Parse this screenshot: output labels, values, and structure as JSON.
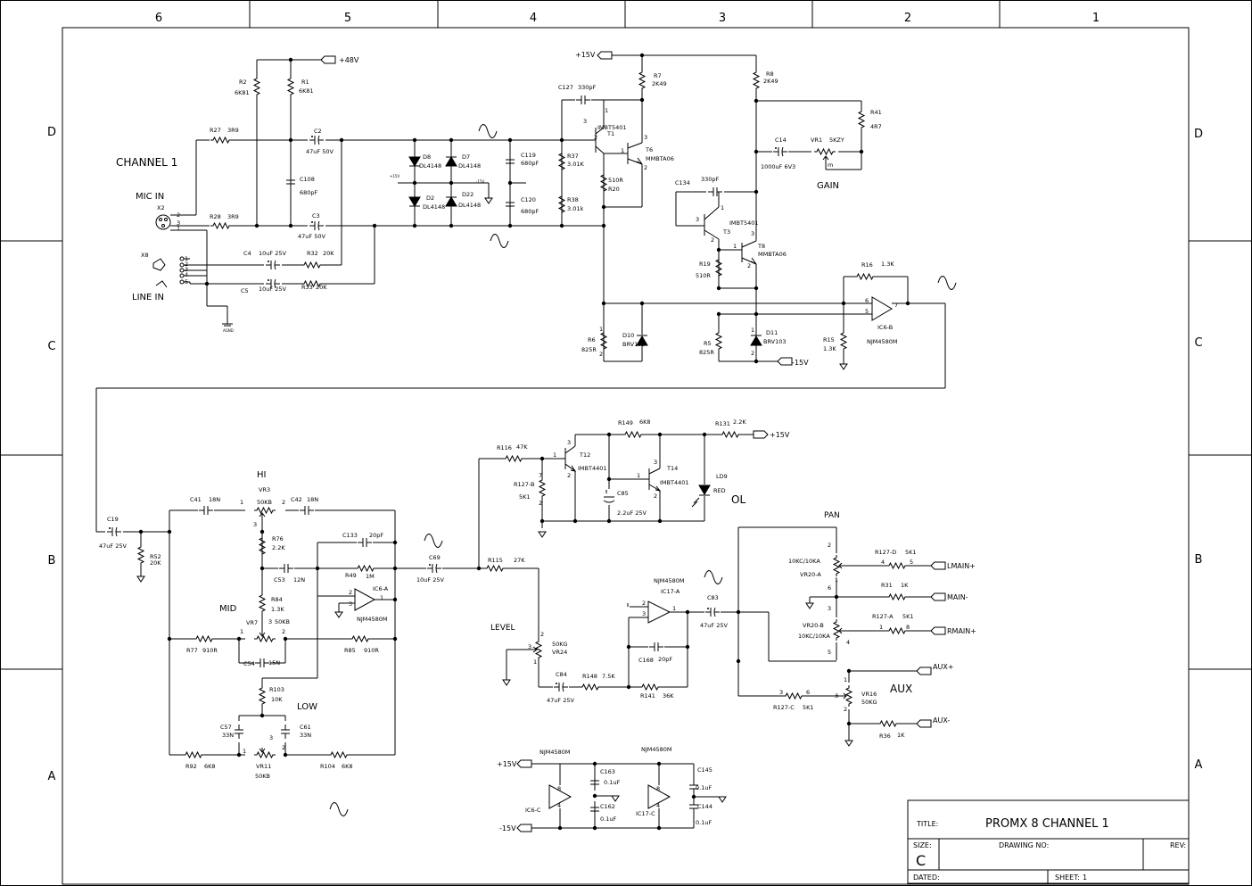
{
  "frame": {
    "columns": [
      "6",
      "5",
      "4",
      "3",
      "2",
      "1"
    ],
    "rows": [
      "D",
      "C",
      "B",
      "A"
    ]
  },
  "title_block": {
    "title_label": "TITLE:",
    "title": "PROMX 8 CHANNEL 1",
    "size_label": "SIZE:",
    "size": "C",
    "drawing_no_label": "DRAWING NO:",
    "rev_label": "REV:",
    "dated_label": "DATED:",
    "sheet_label": "SHEET:",
    "sheet": "1"
  },
  "section_labels": {
    "channel": "CHANNEL 1",
    "mic_in": "MIC IN",
    "line_in": "LINE IN",
    "gain": "GAIN",
    "hi": "HI",
    "mid": "MID",
    "low": "LOW",
    "level": "LEVEL",
    "ol": "OL",
    "pan": "PAN",
    "aux": "AUX"
  },
  "nets": {
    "p48v": "+48V",
    "p15v_top": "+15V",
    "m15v_c": "-15V",
    "p15v_ol": "+15V",
    "p15v_supply": "+15V",
    "m15v_supply": "-15V",
    "p15v_small": "+15V",
    "m15v_small": "-15V",
    "agnd": "AGND",
    "lmain": "LMAIN+",
    "main_minus": "MAIN-",
    "rmain": "RMAIN+",
    "aux_plus": "AUX+",
    "aux_minus": "AUX-"
  },
  "labels": {
    "r2": "R2",
    "r2v": "6K81",
    "r1": "R1",
    "r1v": "6K81",
    "r27": "R27",
    "r27v": "3R9",
    "r28": "R28",
    "r28v": "3R9",
    "c2": "C2",
    "c2v": "47uF 50V",
    "c3": "C3",
    "c3v": "47uF 50V",
    "c108": "C108",
    "c108v": "680pF",
    "x2": "X2",
    "x8": "X8",
    "c4": "C4",
    "c4v": "10uF 25V",
    "c5": "C5",
    "c5v": "10uF 25V",
    "r32": "R32",
    "r32v": "20K",
    "r33": "R33",
    "r33v": "20K",
    "d8": "D8",
    "d8v": "DL4148",
    "d7": "D7",
    "d7v": "DL4148",
    "d2": "D2",
    "d2v": "DL4148",
    "d22": "D22",
    "d22v": "DL4148",
    "c119": "C119",
    "c119v": "680pF",
    "c120": "C120",
    "c120v": "680pF",
    "r37": "R37",
    "r37v": "3.01K",
    "r38": "R38",
    "r38v": "3.01k",
    "c127": "C127",
    "c127v": "330pF",
    "t1": "T1",
    "t1v": "IMBT5401",
    "r7": "R7",
    "r7v": "2K49",
    "r8": "R8",
    "r8v": "2K49",
    "t6": "T6",
    "t6v": "MMBTA06",
    "r20": "R20",
    "r20v": "510R",
    "c134": "C134",
    "c134v": "330pF",
    "t3": "T3",
    "t3v": "IMBT5401",
    "t8": "T8",
    "t8v": "MMBTA06",
    "r19": "R19",
    "r19v": "510R",
    "c14": "C14",
    "c14v": "1000uF 6V3",
    "vr1": "VR1",
    "vr1v": "5KZY",
    "r41": "R41",
    "r41v": "4R7",
    "r16": "R16",
    "r16v": "1.3K",
    "ic6b": "IC6-B",
    "ic6bv": "NJM4580M",
    "r15": "R15",
    "r15v": "1.3K",
    "r6": "R6",
    "r6v": "825R",
    "d10": "D10",
    "d10v": "BRV103",
    "r5": "R5",
    "r5v": "825R",
    "d11": "D11",
    "d11v": "BRV103",
    "c19": "C19",
    "c19v": "47uF 25V",
    "r52": "R52",
    "r52v": "20K",
    "c41": "C41",
    "c41v": "18N",
    "vr3": "VR3",
    "vr3v": "50KB",
    "c42": "C42",
    "c42v": "18N",
    "r76": "R76",
    "r76v": "2.2K",
    "c53": "C53",
    "c53v": "12N",
    "c133": "C133",
    "c133v": "20pF",
    "r49": "R49",
    "r49v": "1M",
    "ic6a": "IC6-A",
    "ic6av": "NJM4580M",
    "r84": "R84",
    "r84v": "1.3K",
    "vr7": "VR7",
    "vr7v": "50KB",
    "r77": "R77",
    "r77v": "910R",
    "c54": "C54",
    "c54v": "15N",
    "r85": "R85",
    "r85v": "910R",
    "r103": "R103",
    "r103v": "10K",
    "c57": "C57",
    "c57v": "33N",
    "c61": "C61",
    "c61v": "33N",
    "r92": "R92",
    "r92v": "6K8",
    "vr11": "VR11",
    "vr11v": "50KB",
    "r104": "R104",
    "r104v": "6K8",
    "c69": "C69",
    "c69v": "10uF 25V",
    "r116": "R116",
    "r116v": "47K",
    "t12": "T12",
    "t12v": "IMBT4401",
    "r127b": "R127-B",
    "r127bv": "5K1",
    "r149": "R149",
    "r149v": "6K8",
    "r131": "R131",
    "r131v": "2.2K",
    "t14": "T14",
    "t14v": "IMBT4401",
    "c85": "C85",
    "c85v": "2.2uF 25V",
    "ld9": "LD9",
    "ld9v": "RED",
    "r115": "R115",
    "r115v": "27K",
    "vr24": "VR24",
    "vr24v": "50KG",
    "ic17a": "IC17-A",
    "ic17av": "NJM4580M",
    "c83": "C83",
    "c83v": "47uF 25V",
    "c168": "C168",
    "c168v": "20pF",
    "c84": "C84",
    "c84v": "47uF 25V",
    "r148": "R148",
    "r148v": "7.5K",
    "r141": "R141",
    "r141v": "36K",
    "vr20a": "VR20-A",
    "vr20av": "10KC/10KA",
    "vr20b": "VR20-B",
    "vr20bv": "10KC/10KA",
    "r127d": "R127-D",
    "r127dv": "5K1",
    "r31": "R31",
    "r31v": "1K",
    "r127a": "R127-A",
    "r127av": "5K1",
    "vr16": "VR16",
    "vr16v": "50KG",
    "r127c": "R127-C",
    "r127cv": "5K1",
    "r36": "R36",
    "r36v": "1K",
    "ic6c": "IC6-C",
    "ic6cv": "NJM4580M",
    "c163": "C163",
    "c163v": "0.1uF",
    "c162": "C162",
    "c162v": "0.1uF",
    "ic17c": "IC17-C",
    "ic17cv": "NJM4580M",
    "c145": "C145",
    "c145v": "0.1uF",
    "c144": "C144",
    "c144v": "0.1uF"
  }
}
